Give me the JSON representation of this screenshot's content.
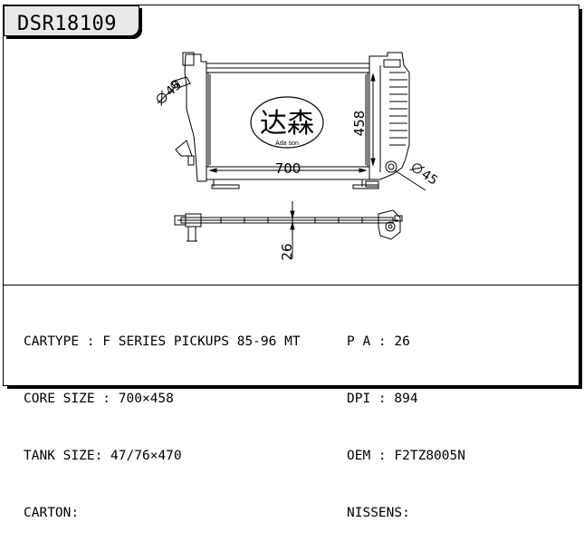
{
  "header": {
    "model_code": "DSR18109"
  },
  "drawing": {
    "logo_chinese": "达森",
    "logo_roman": "Ada son",
    "dimensions": {
      "width": "700",
      "height": "458",
      "inlet_diameter": "45",
      "outlet_diameter": "45",
      "core_thickness": "26"
    }
  },
  "specs_left": [
    {
      "label": "CARTYPE",
      "sep": " : ",
      "value": "F SERIES PICKUPS 85-96 MT"
    },
    {
      "label": "CORE SIZE",
      "sep": " : ",
      "value": "700×458"
    },
    {
      "label": "TANK SIZE",
      "sep": ": ",
      "value": "47/76×470"
    },
    {
      "label": "CARTON",
      "sep": ":",
      "value": ""
    }
  ],
  "specs_right": [
    {
      "label": "P A",
      "sep": " : ",
      "value": "26"
    },
    {
      "label": "DPI",
      "sep": " : ",
      "value": "894"
    },
    {
      "label": "OEM",
      "sep": " : ",
      "value": "F2TZ8005N"
    },
    {
      "label": "NISSENS",
      "sep": ":",
      "value": ""
    }
  ]
}
